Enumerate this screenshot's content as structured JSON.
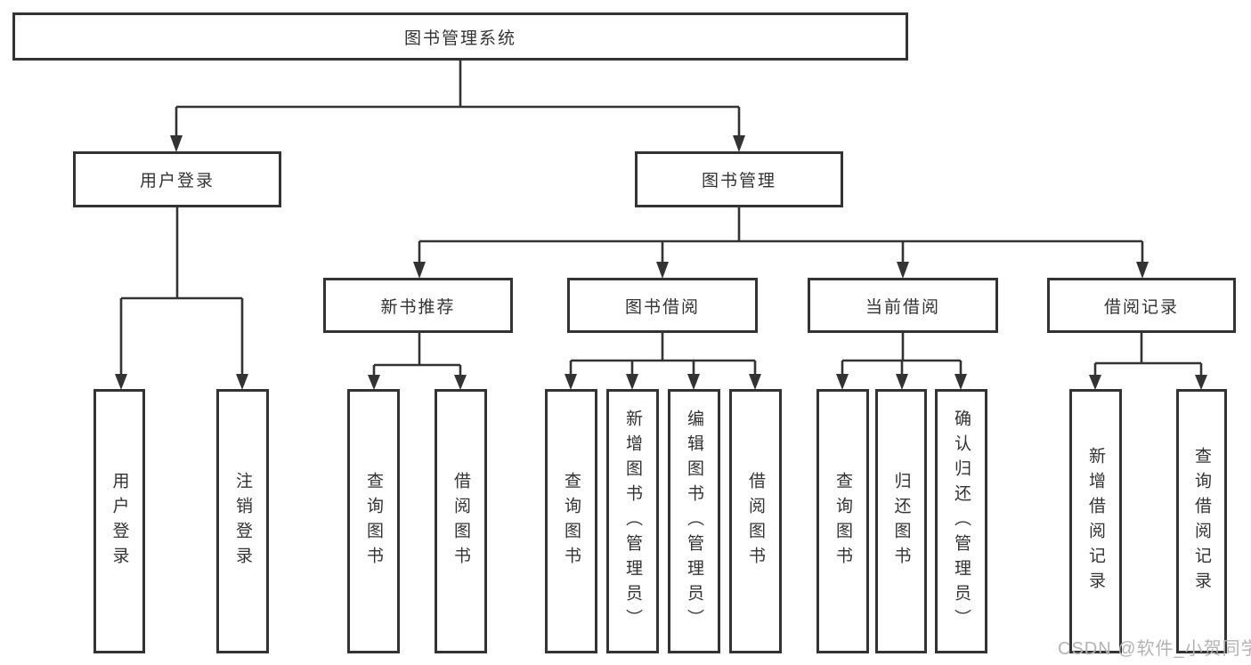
{
  "tree": {
    "root": {
      "label": "图书管理系统"
    },
    "branches": [
      {
        "label": "用户登录",
        "children": [
          {
            "label": "用户登录"
          },
          {
            "label": "注销登录"
          }
        ]
      },
      {
        "label": "图书管理",
        "children": [
          {
            "label": "新书推荐",
            "children": [
              {
                "label": "查询图书"
              },
              {
                "label": "借阅图书"
              }
            ]
          },
          {
            "label": "图书借阅",
            "children": [
              {
                "label": "查询图书"
              },
              {
                "label": "新增图书（管理员）"
              },
              {
                "label": "编辑图书（管理员）"
              },
              {
                "label": "借阅图书"
              }
            ]
          },
          {
            "label": "当前借阅",
            "children": [
              {
                "label": "查询图书"
              },
              {
                "label": "归还图书"
              },
              {
                "label": "确认归还（管理员）"
              }
            ]
          },
          {
            "label": "借阅记录",
            "children": [
              {
                "label": "新增借阅记录"
              },
              {
                "label": "查询借阅记录"
              }
            ]
          }
        ]
      }
    ]
  },
  "watermark": {
    "text": "CSDN @软件_小贺同学"
  },
  "colors": {
    "line_color": "#333333",
    "box_border": "#333333",
    "box_bg": "#ffffff",
    "text_color": "#333333",
    "watermark_color": "#b3b3b3",
    "canvas_bg": "#ffffff"
  }
}
